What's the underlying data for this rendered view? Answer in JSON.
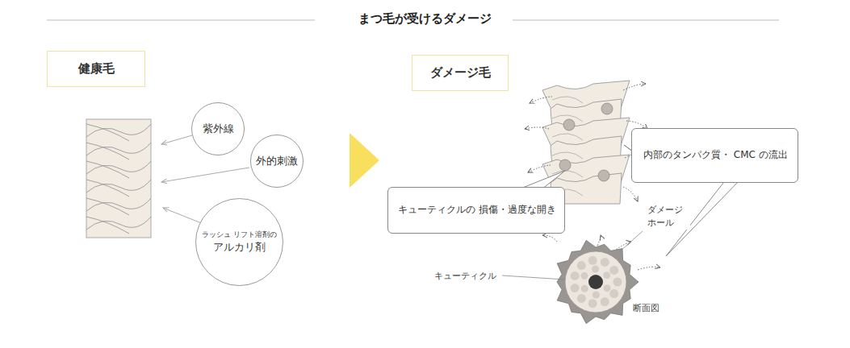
{
  "diagram": {
    "title": "まつ毛が受けるダメージ",
    "nodes": [
      {
        "text": [
          "健康毛"
        ]
      },
      {
        "text": [
          "紫外線"
        ]
      },
      {
        "text": [
          "外的刺激"
        ]
      },
      {
        "text": [
          "ラッシュ リフト溶剤の",
          "アルカリ剤"
        ]
      },
      {
        "text": [
          "ダメージ毛"
        ]
      },
      {
        "text": [
          "キューティクルの 損傷・過度な開き"
        ]
      },
      {
        "text": [
          "内部のタンパク質・ CMC の流出"
        ]
      }
    ],
    "labels": [
      "ダメージ ホール",
      "キューティクル",
      "断面図"
    ]
  }
}
